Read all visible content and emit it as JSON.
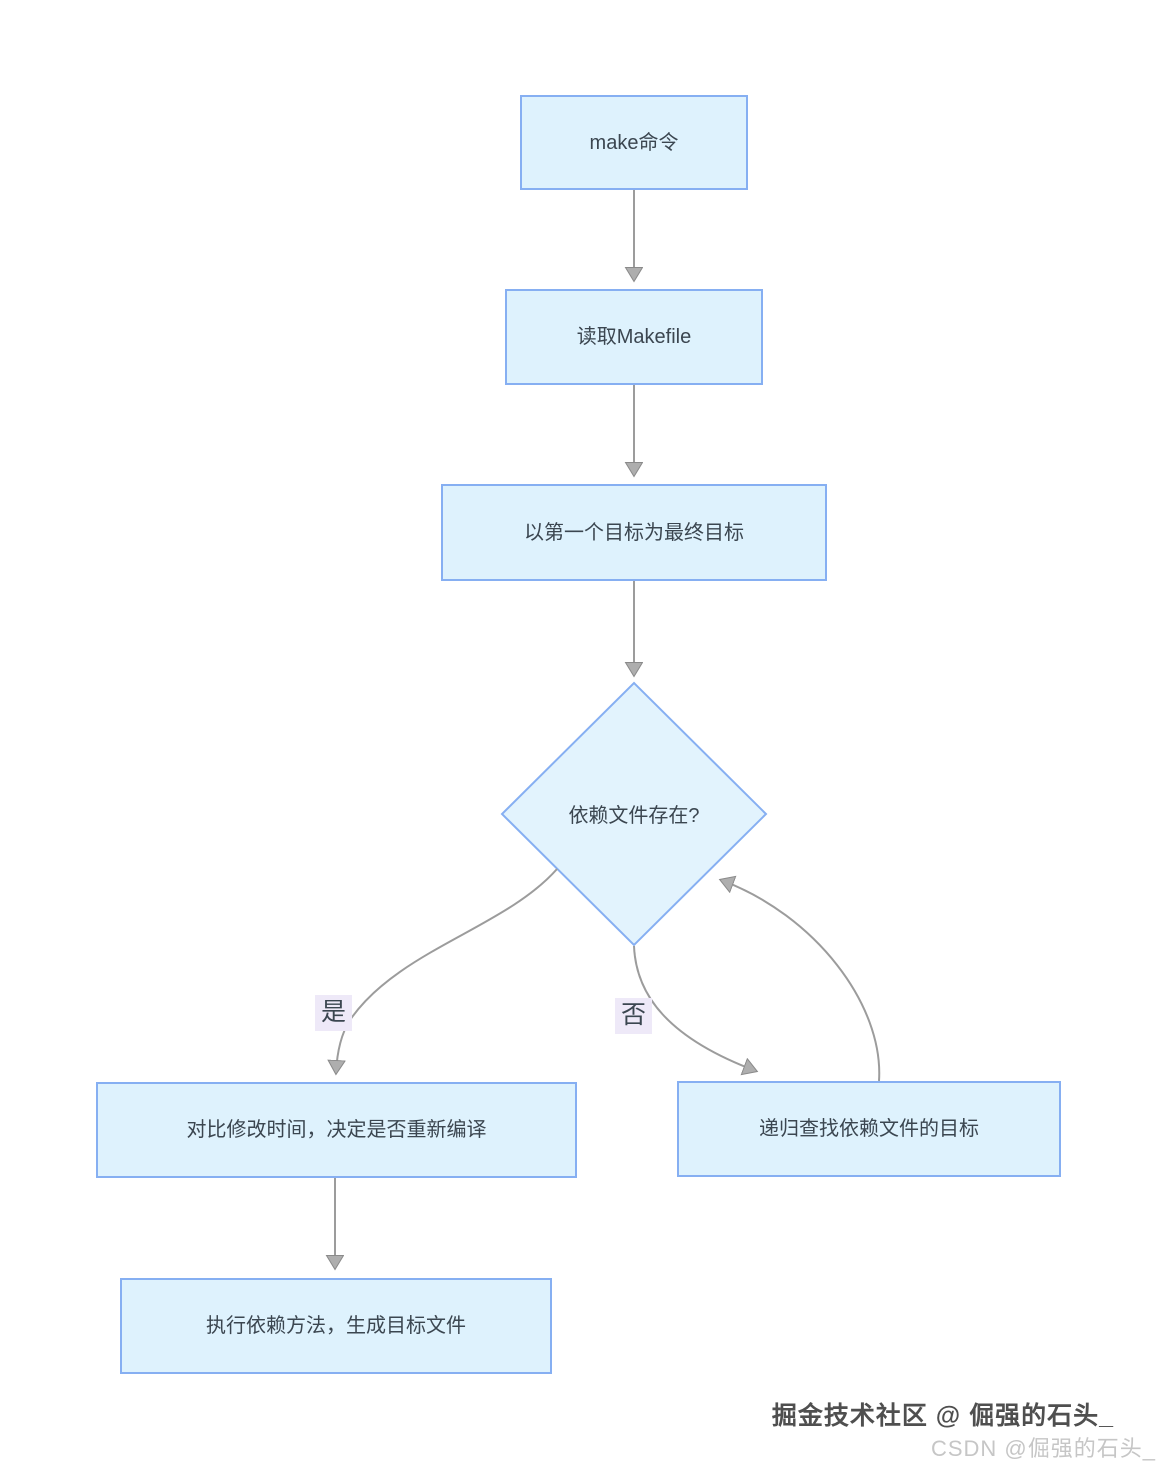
{
  "diagram": {
    "title_context": "make build process flowchart",
    "nodes": {
      "make": {
        "label": "make命令"
      },
      "read": {
        "label": "读取Makefile"
      },
      "first_target": {
        "label": "以第一个目标为最终目标"
      },
      "decision": {
        "label": "依赖文件存在?"
      },
      "compare": {
        "label": "对比修改时间，决定是否重新编译"
      },
      "recursive": {
        "label": "递归查找依赖文件的目标"
      },
      "execute": {
        "label": "执行依赖方法，生成目标文件"
      }
    },
    "edge_labels": {
      "yes": "是",
      "no": "否"
    },
    "colors": {
      "node_fill": "#def2fd",
      "diamond_fill": "#e2f3fd",
      "node_border": "#86aff2",
      "arrow": "#9c9c9c",
      "text": "#3b4650",
      "edge_label_bg": "#eee9f8",
      "background": "#ffffff"
    }
  },
  "watermarks": {
    "juejin": "掘金技术社区 @ 倔强的石头_",
    "csdn": "CSDN @倔强的石头_"
  }
}
